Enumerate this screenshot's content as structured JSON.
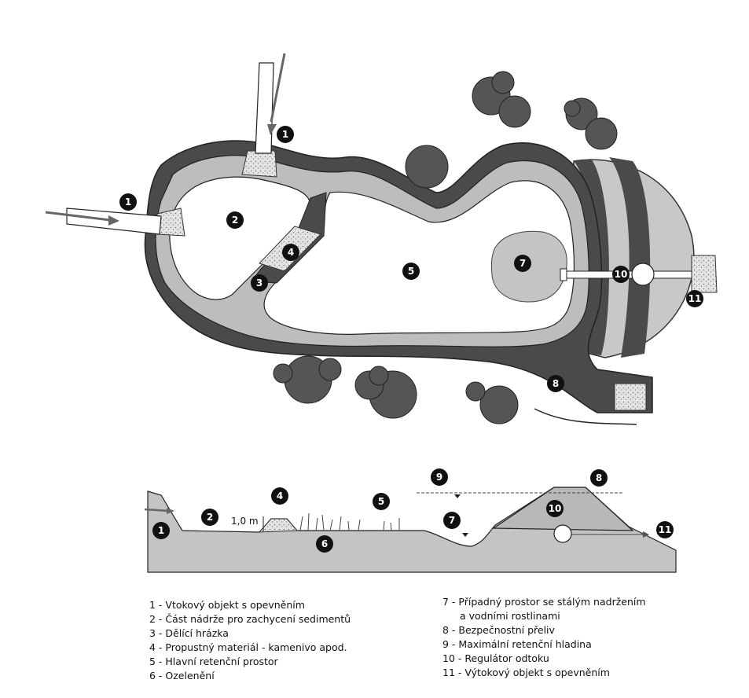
{
  "labels": {
    "n1": "1",
    "n2": "2",
    "n3": "3",
    "n4": "4",
    "n5": "5",
    "n6": "6",
    "n7": "7",
    "n8": "8",
    "n9": "9",
    "n10": "10",
    "n11": "11"
  },
  "section": {
    "height_label": "1,0 m"
  },
  "legend": {
    "item1": "1 - Vtokový objekt s opevněním",
    "item2": "2 - Část nádrže pro zachycení sedimentů",
    "item3": "3 - Dělící hrázka",
    "item4": "4 - Propustný materiál - kamenivo apod.",
    "item5": "5 - Hlavní retenční prostor",
    "item6": "6 - Ozelenění",
    "item7a": "7 - Případný prostor se stálým nadržením",
    "item7b": "a vodními rostlinami",
    "item8": "8 - Bezpečnostní přeliv",
    "item9": "9 - Maximální retenční hladina",
    "item10": "10 - Regulátor odtoku",
    "item11": "11 - Výtokový objekt s opevněním"
  },
  "colors": {
    "dark": "#4a4a4a",
    "mid": "#b8b8b8",
    "light": "#d6d6d6",
    "water": "#ffffff",
    "tree": "#555555",
    "badge": "#111111"
  }
}
